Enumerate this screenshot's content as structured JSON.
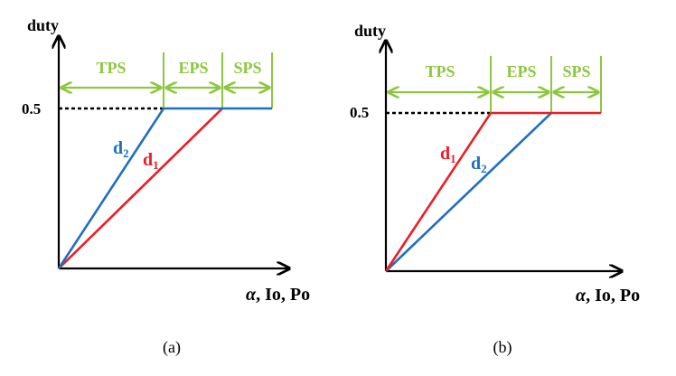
{
  "colors": {
    "axis": "#000000",
    "phase": "#8dc63f",
    "blue": "#1f6fbf",
    "red": "#ee1c25"
  },
  "panels": [
    {
      "y_axis_label": "duty",
      "x_axis_label_alpha": "α",
      "x_axis_label_rest": ", Io, Po",
      "level_label": "0.5",
      "level_value": 0.5,
      "phases": [
        "TPS",
        "EPS",
        "SPS"
      ],
      "caption": "(a)",
      "lines": [
        {
          "label": "d",
          "sub": "2",
          "color_key": "blue",
          "reaches_level_at": "TPS-end"
        },
        {
          "label": "d",
          "sub": "1",
          "color_key": "red",
          "reaches_level_at": "EPS-end"
        }
      ]
    },
    {
      "y_axis_label": "duty",
      "x_axis_label_alpha": "α",
      "x_axis_label_rest": ", Io, Po",
      "level_label": "0.5",
      "level_value": 0.5,
      "phases": [
        "TPS",
        "EPS",
        "SPS"
      ],
      "caption": "(b)",
      "lines": [
        {
          "label": "d",
          "sub": "1",
          "color_key": "red",
          "reaches_level_at": "TPS-end"
        },
        {
          "label": "d",
          "sub": "2",
          "color_key": "blue",
          "reaches_level_at": "EPS-end"
        }
      ]
    }
  ]
}
